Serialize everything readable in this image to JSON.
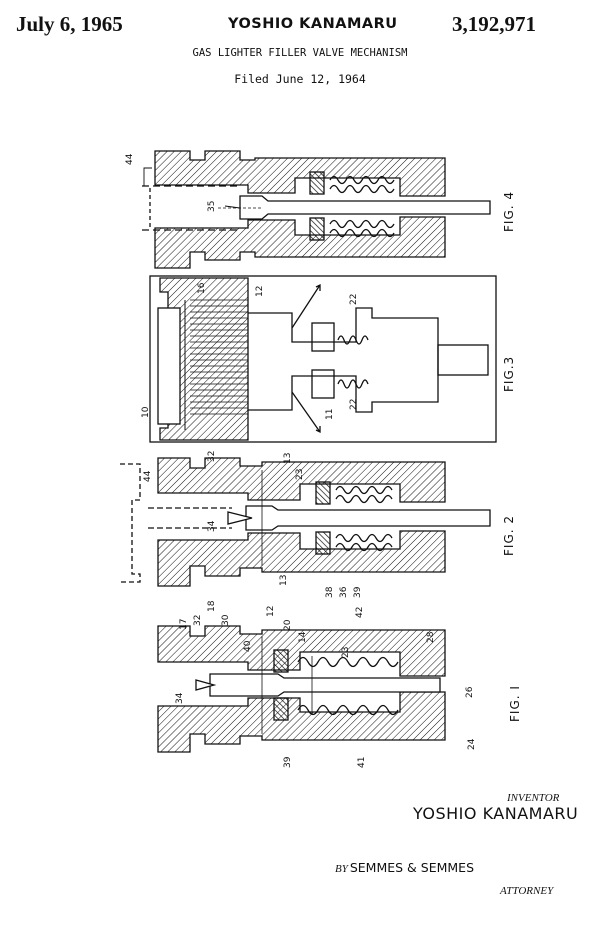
{
  "header": {
    "date": "July 6, 1965",
    "inventor": "YOSHIO KANAMARU",
    "patent_number": "3,192,971",
    "title": "GAS LIGHTER FILLER VALVE MECHANISM",
    "filed": "Filed June 12, 1964"
  },
  "figures": {
    "fig4": {
      "label": "FIG. 4",
      "refs": {
        "r44": "44",
        "r35": "35"
      }
    },
    "fig3": {
      "label": "FIG.3",
      "refs": {
        "r16": "16",
        "r12": "12",
        "r22a": "22",
        "r22b": "22",
        "r10": "10",
        "r11": "11"
      }
    },
    "fig2": {
      "label": "FIG. 2",
      "refs": {
        "r32": "32",
        "r13a": "13",
        "r44": "44",
        "r23": "23",
        "r34": "34",
        "r13b": "13",
        "r38": "38",
        "r36": "36",
        "r39": "39"
      }
    },
    "fig1": {
      "label": "FIG. I",
      "refs": {
        "r17": "17",
        "r32": "32",
        "r18": "18",
        "r30": "30",
        "r40": "40",
        "r12": "12",
        "r20": "20",
        "r14": "14",
        "r23": "23",
        "r42": "42",
        "r28": "28",
        "r34": "34",
        "r26": "26",
        "r39": "39",
        "r41": "41",
        "r24": "24"
      }
    }
  },
  "signature": {
    "inventor_caption": "INVENTOR",
    "inventor_name": "YOSHIO KANAMARU",
    "by": "BY",
    "attorney_firm": "SEMMES & SEMMES",
    "attorney_caption": "ATTORNEY"
  }
}
